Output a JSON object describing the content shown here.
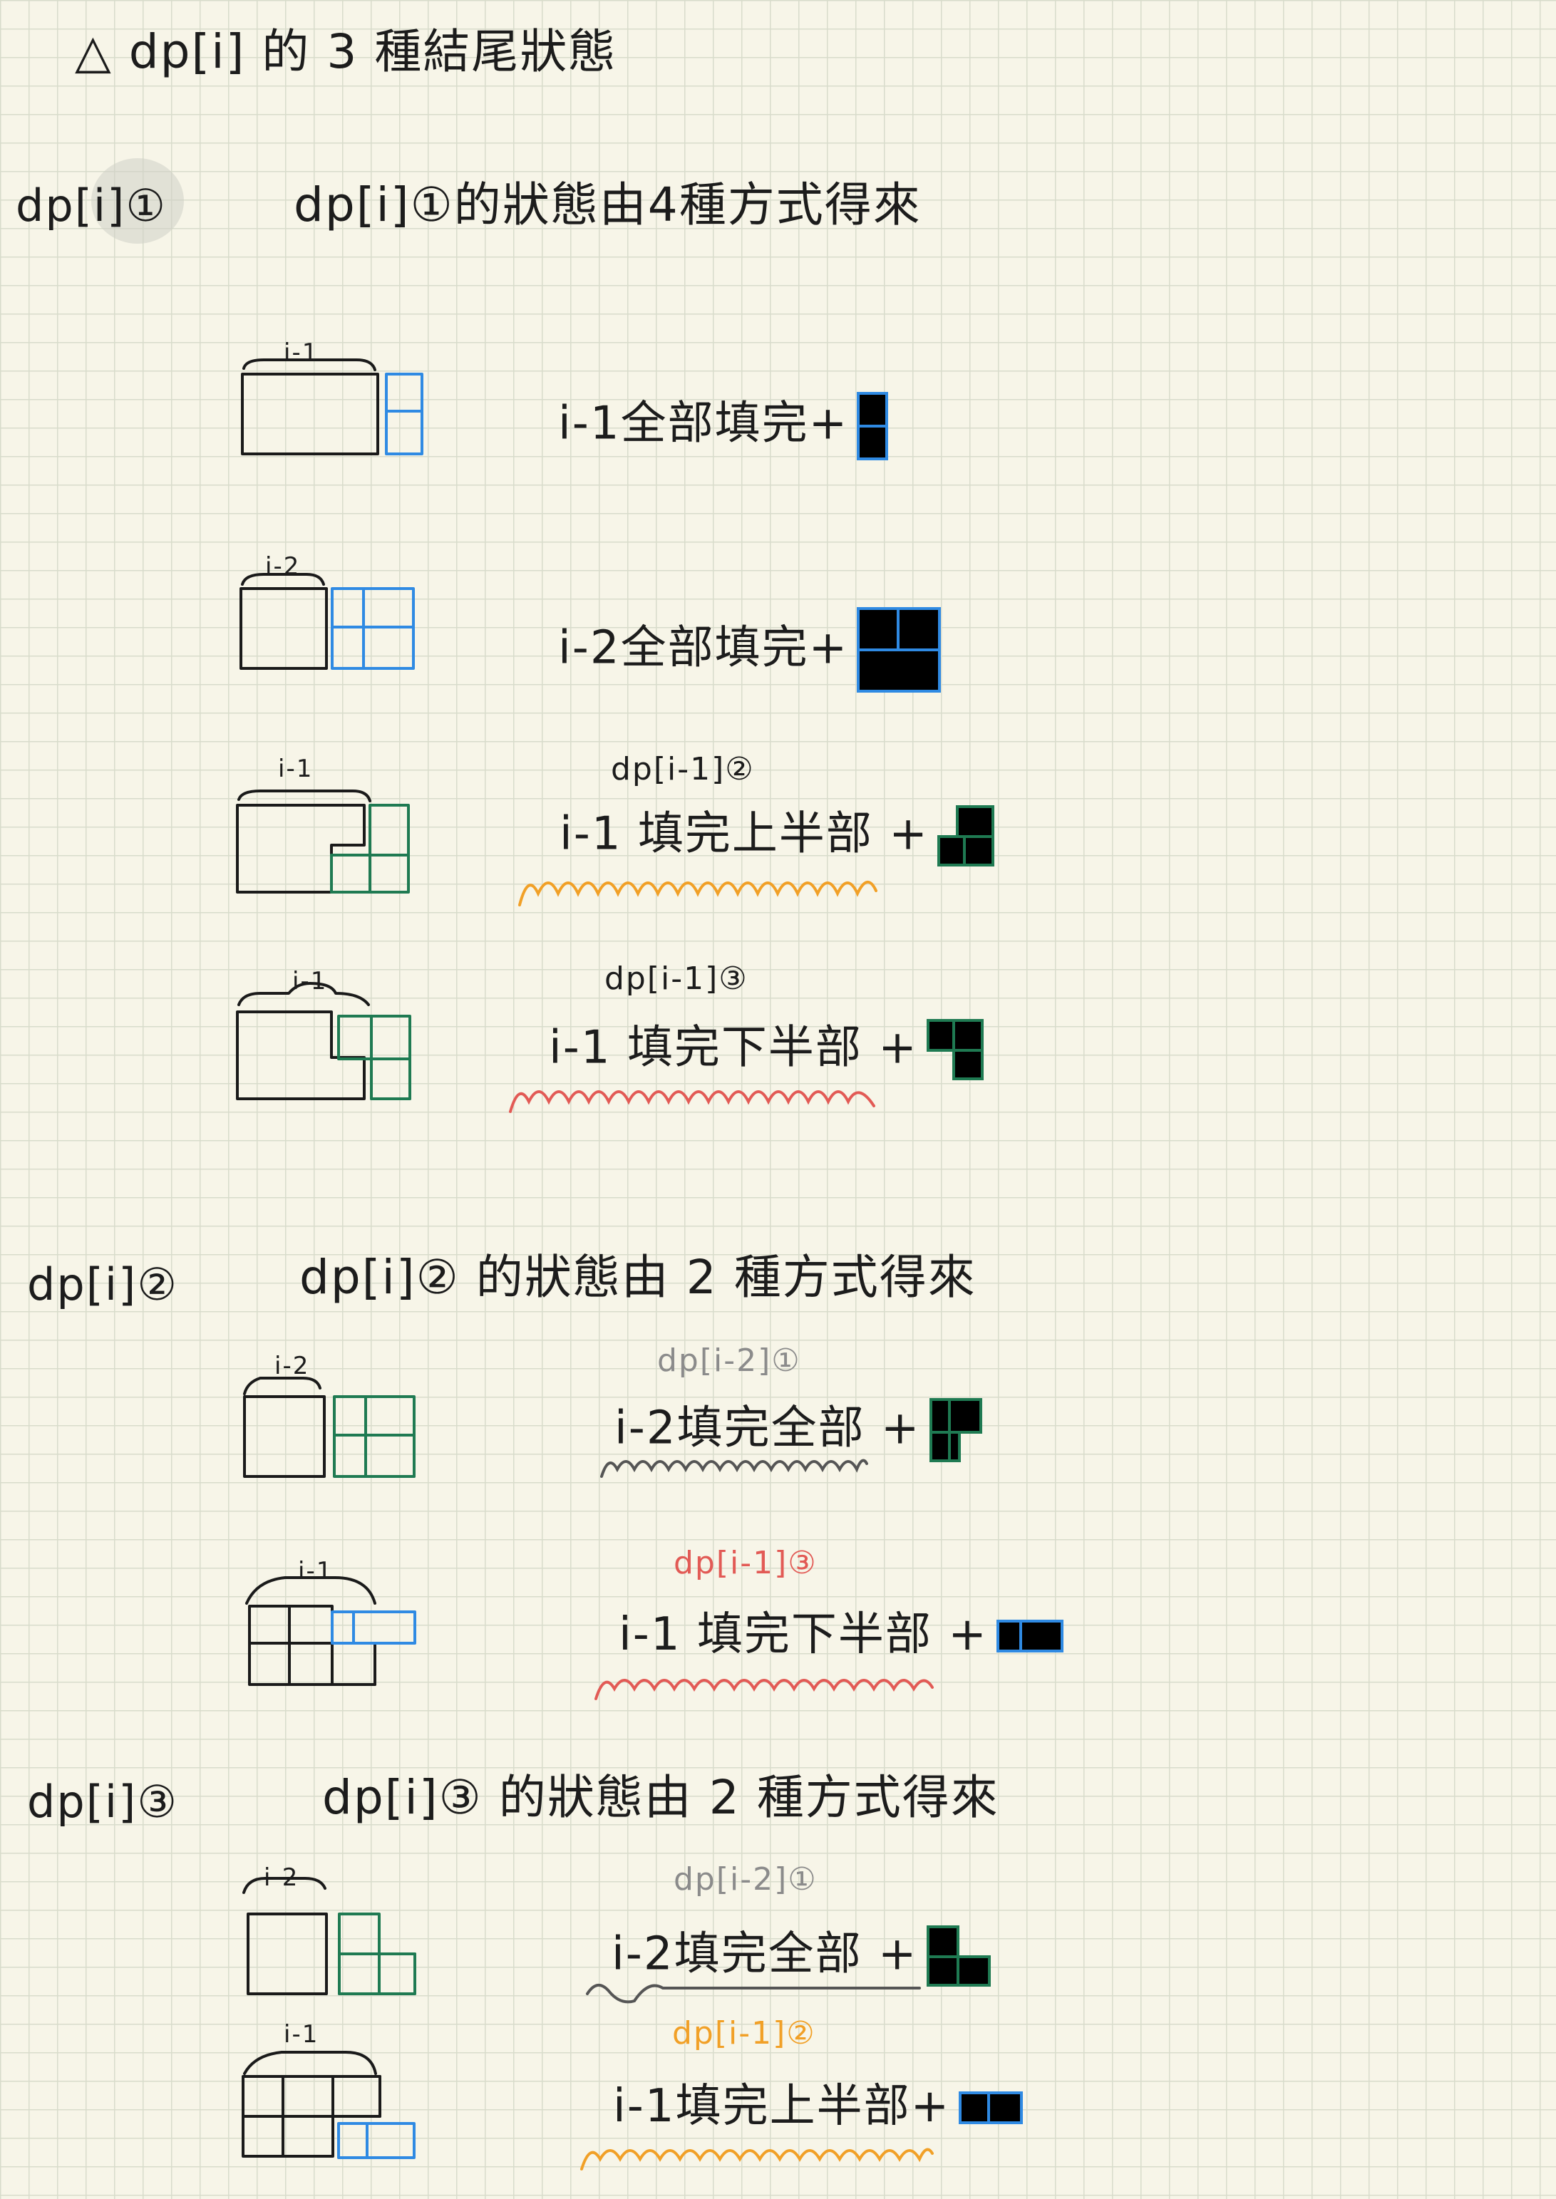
{
  "title": "△ dp[i] 的 3 種結尾狀態",
  "colors": {
    "ink": "#1a1a1a",
    "blue": "#2f8ae3",
    "green": "#1f7a52",
    "orange": "#f1a027",
    "red": "#e25a55",
    "gray": "#8b8b8b",
    "paper": "#f7f5e8"
  },
  "sections": [
    {
      "label": "dp[i]①",
      "heading": "dp[i]①的狀態由4種方式得來",
      "items": [
        {
          "fig_label": "i-1",
          "annotation": "",
          "caption": "i-1全部填完+"
        },
        {
          "fig_label": "i-2",
          "annotation": "",
          "caption": "i-2全部填完+"
        },
        {
          "fig_label": "i-1",
          "annotation": "dp[i-1]②",
          "caption": "i-1 填完上半部 +"
        },
        {
          "fig_label": "i-1",
          "annotation": "dp[i-1]③",
          "caption": "i-1 填完下半部 +"
        }
      ]
    },
    {
      "label": "dp[i]②",
      "heading": "dp[i]② 的狀態由 2 種方式得來",
      "items": [
        {
          "fig_label": "i-2",
          "annotation": "dp[i-2]①",
          "caption": "i-2填完全部 +"
        },
        {
          "fig_label": "i-1",
          "annotation": "dp[i-1]③",
          "caption": "i-1 填完下半部 +"
        }
      ]
    },
    {
      "label": "dp[i]③",
      "heading": "dp[i]③ 的狀態由 2 種方式得來",
      "items": [
        {
          "fig_label": "i-2",
          "annotation": "dp[i-2]①",
          "caption": "i-2填完全部 +"
        },
        {
          "fig_label": "i-1",
          "annotation": "dp[i-1]②",
          "caption": "i-1填完上半部+"
        }
      ]
    }
  ]
}
